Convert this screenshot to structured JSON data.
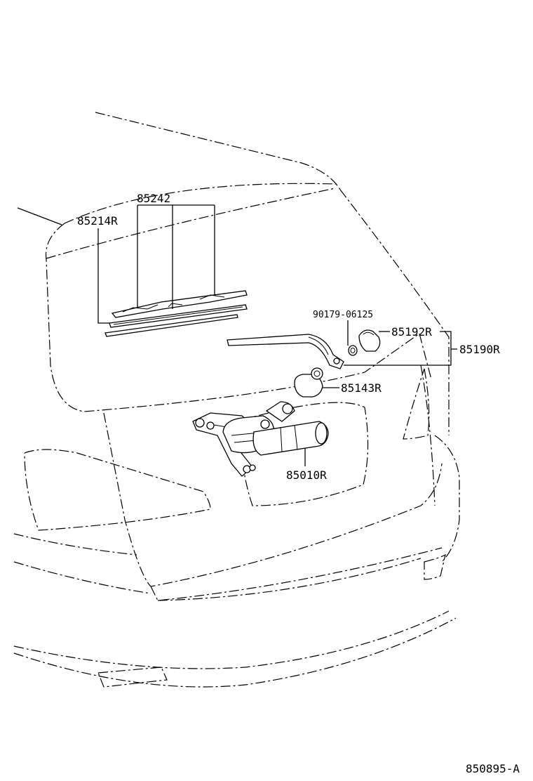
{
  "diagram": {
    "part_labels": {
      "wiper_blade_assy": "85242",
      "blade_rubber": "85214R",
      "nut": "90179-06125",
      "cap": "85192R",
      "arm_assy": "85190R",
      "grommet": "85143R",
      "motor_assy": "85010R"
    },
    "figure_id": "850895-A"
  }
}
